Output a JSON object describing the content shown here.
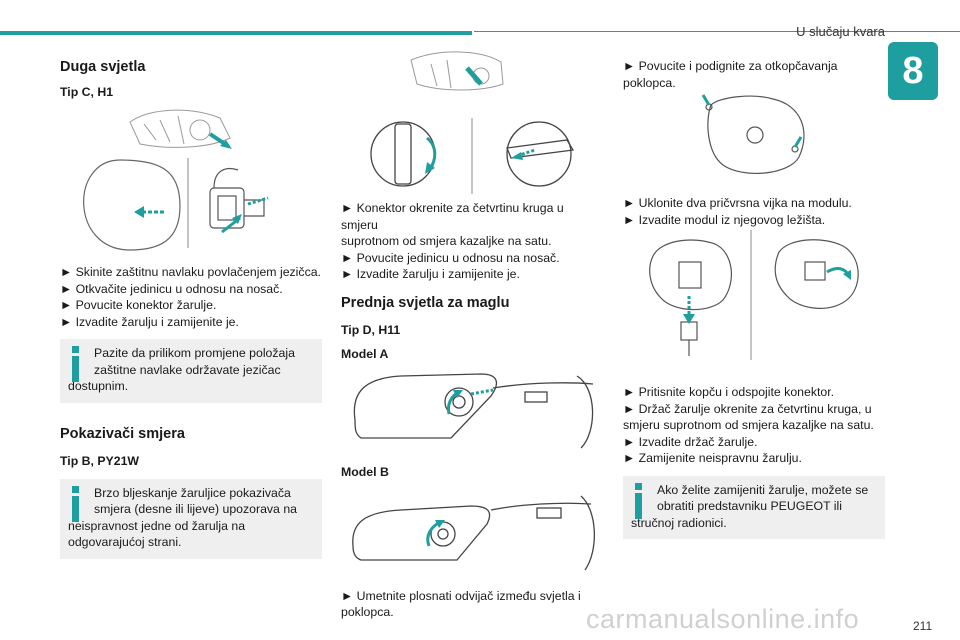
{
  "header": {
    "section": "U slučaju kvara",
    "chapter": "8"
  },
  "col1": {
    "title": "Duga svjetla",
    "subtitle": "Tip C, H1",
    "steps": [
      "► Skinite zaštitnu navlaku povlačenjem jezičca.",
      "► Otkvačite jedinicu u odnosu na nosač.",
      "► Povucite konektor žarulje.",
      "► Izvadite žarulju i zamijenite je."
    ],
    "note1_lines": [
      "Pazite da prilikom promjene položaja",
      "zaštitne navlake održavate jezičac",
      "dostupnim."
    ],
    "section2_title": "Pokazivači smjera",
    "section2_subtitle": "Tip B, PY21W",
    "note2_lines": [
      "Brzo bljeskanje žaruljice pokazivača",
      "smjera (desne ili lijeve) upozorava na",
      "neispravnost jedne od žarulja na",
      "odgovarajućoj strani."
    ]
  },
  "col2": {
    "steps": [
      "► Konektor okrenite za četvrtinu kruga u smjeru",
      "suprotnom od smjera kazaljke na satu.",
      "► Povucite jedinicu u odnosu na nosač.",
      "► Izvadite žarulju i zamijenite je."
    ],
    "section_title": "Prednja svjetla za maglu",
    "section_subtitle": "Tip D, H11",
    "model_a": "Model A",
    "model_b": "Model B",
    "final_steps": [
      "► Umetnite plosnati odvijač između svjetla i",
      "poklopca."
    ]
  },
  "col3": {
    "step1": [
      "► Povucite i podignite za otkopčavanja",
      "poklopca."
    ],
    "step2": [
      "► Uklonite dva pričvrsna vijka na modulu.",
      "► Izvadite modul iz njegovog ležišta."
    ],
    "step3": [
      "► Pritisnite kopču i odspojite konektor.",
      "► Držač žarulje okrenite za četvrtinu kruga, u",
      "smjeru suprotnom od smjera kazaljke na satu.",
      "► Izvadite držač žarulje.",
      "► Zamijenite neispravnu žarulju."
    ],
    "note_lines": [
      "Ako želite zamijeniti žarulje, možete se",
      "obratiti predstavniku PEUGEOT ili",
      "stručnoj radionici."
    ]
  },
  "footer": {
    "page_number": "211",
    "watermark": "carmanualsonline.info"
  },
  "colors": {
    "accent": "#1f9ea0",
    "note_bg": "#efefef"
  },
  "icons": [
    "info-icon",
    "arrow-icon"
  ]
}
